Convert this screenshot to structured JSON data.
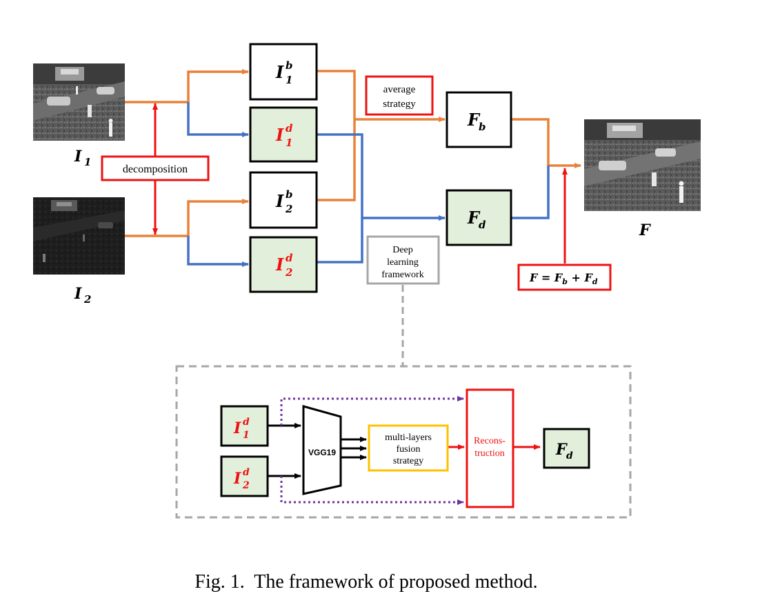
{
  "colors": {
    "orange": "#e8813a",
    "blue": "#4472c4",
    "red": "#ee1111",
    "green_fill": "#e2efda",
    "gray": "#a6a6a6",
    "yellow": "#ffc000",
    "purple": "#7030a0",
    "black": "#000000"
  },
  "inputs": {
    "i1_label": "I",
    "i1_sub": "1",
    "i2_label": "I",
    "i2_sub": "2"
  },
  "labels": {
    "decomposition": "decomposition",
    "average_line1": "average",
    "average_line2": "strategy",
    "deep_line1": "Deep",
    "deep_line2": "learning",
    "deep_line3": "framework",
    "formula": "F = F",
    "formula_b": "b",
    "formula_plus": " + F",
    "formula_d": "d"
  },
  "boxes": {
    "i1b": {
      "base": "I",
      "sup": "b",
      "sub": "1"
    },
    "i1d": {
      "base": "I",
      "sup": "d",
      "sub": "1"
    },
    "i2b": {
      "base": "I",
      "sup": "b",
      "sub": "2"
    },
    "i2d": {
      "base": "I",
      "sup": "d",
      "sub": "2"
    },
    "fb": {
      "base": "F",
      "sub": "b"
    },
    "fd": {
      "base": "F",
      "sub": "d"
    },
    "output": "F"
  },
  "detail": {
    "in1": {
      "base": "I",
      "sup": "d",
      "sub": "1"
    },
    "in2": {
      "base": "I",
      "sup": "d",
      "sub": "2"
    },
    "vgg": "VGG19",
    "fusion_line1": "multi-layers",
    "fusion_line2": "fusion",
    "fusion_line3": "strategy",
    "recon_line1": "Recons-",
    "recon_line2": "truction",
    "out": {
      "base": "F",
      "sub": "d"
    }
  },
  "caption": "Fig. 1.  The framework of proposed method."
}
